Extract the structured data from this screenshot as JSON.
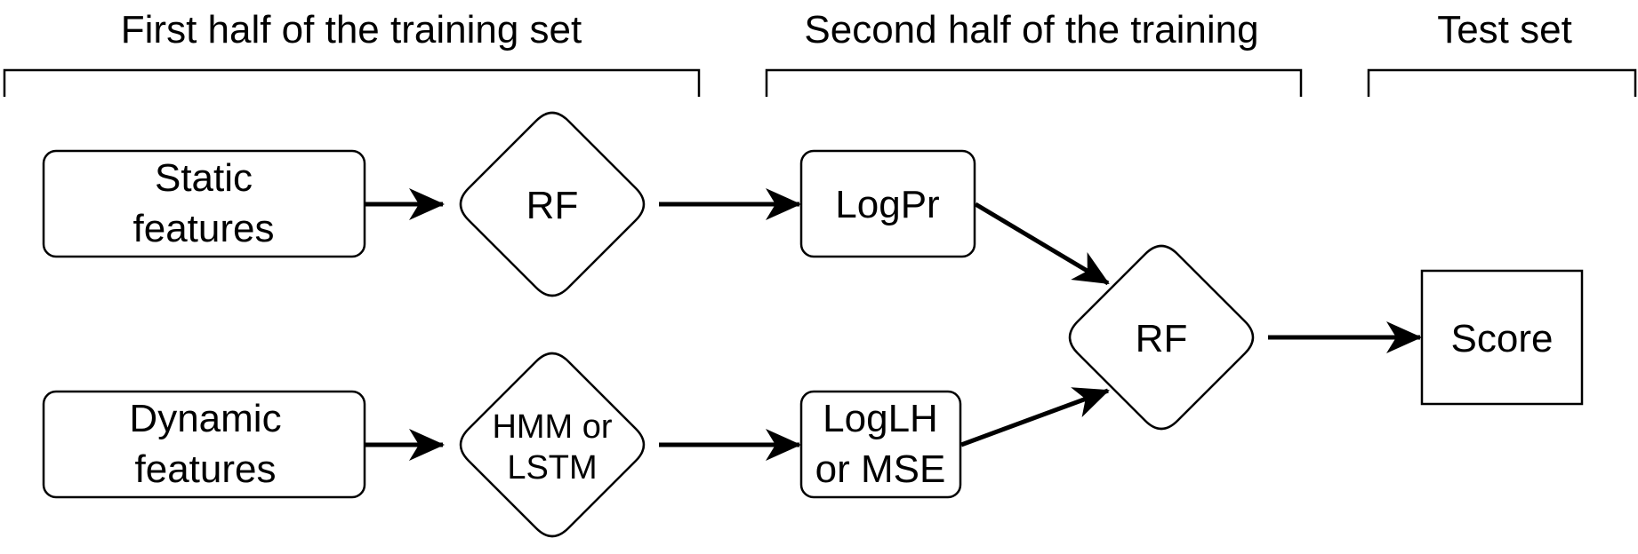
{
  "sections": {
    "first_half": "First half of the training set",
    "second_half": "Second half of the training",
    "test_set": "Test set"
  },
  "nodes": {
    "static_features": [
      "Static",
      "features"
    ],
    "dynamic_features": [
      "Dynamic",
      "features"
    ],
    "rf_top": "RF",
    "hmm_lstm": [
      "HMM or",
      "LSTM"
    ],
    "logpr": "LogPr",
    "loglh_mse": [
      "LogLH",
      "or MSE"
    ],
    "rf_combined": "RF",
    "score": "Score"
  },
  "colors": {
    "stroke": "#000000",
    "fill": "#ffffff",
    "text": "#000000"
  }
}
